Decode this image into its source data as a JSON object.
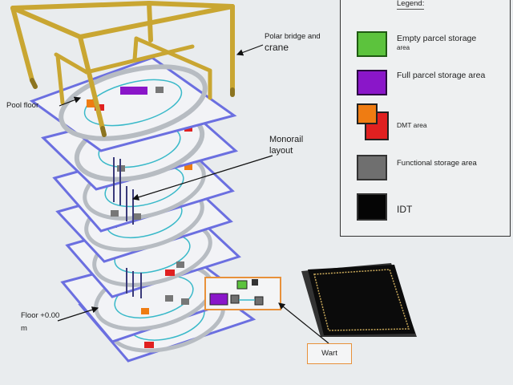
{
  "labels": {
    "polar_bridge_line1": "Polar bridge and",
    "polar_bridge_line2": "crane",
    "pool_floor": "Pool floor",
    "monorail_line1": "Monorail",
    "monorail_line2": "layout",
    "floor_line1": "Floor +0.00",
    "floor_line2": "m",
    "wart": "Wart"
  },
  "legend": {
    "title": "Legend:",
    "items": [
      {
        "label": "Empty parcel storage",
        "sublabel": "area",
        "color": "#5cc33d",
        "border": "#1f5a12",
        "icon": "empty-parcel-swatch"
      },
      {
        "label": "Full parcel storage area",
        "sublabel": "",
        "color": "#8a16c9",
        "border": "#2a0a40",
        "icon": "full-parcel-swatch"
      },
      {
        "label": "DMT area",
        "sublabel": "",
        "color": "#e02020",
        "accent": "#ef7c12",
        "icon": "dmt-swatch"
      },
      {
        "label": "Functional storage area",
        "sublabel": "",
        "color": "#6f6f6f",
        "border": "#333333",
        "icon": "functional-storage-swatch"
      },
      {
        "label": "IDT",
        "sublabel": "",
        "color": "#050505",
        "border": "#333333",
        "icon": "idt-swatch"
      }
    ]
  },
  "colors": {
    "crane": "#c9a632",
    "crane_dark": "#8c7420",
    "floor_border": "#6b6fe0",
    "floor_fill": "#f2f3f6",
    "ring": "#b7bcc2",
    "cyan": "#39b9c9",
    "pink": "#e39aa6",
    "idt_fill": "#0b0b0b",
    "idt_trim": "#c8a85a",
    "wart_border": "#e8913a",
    "arrow": "#111111"
  }
}
